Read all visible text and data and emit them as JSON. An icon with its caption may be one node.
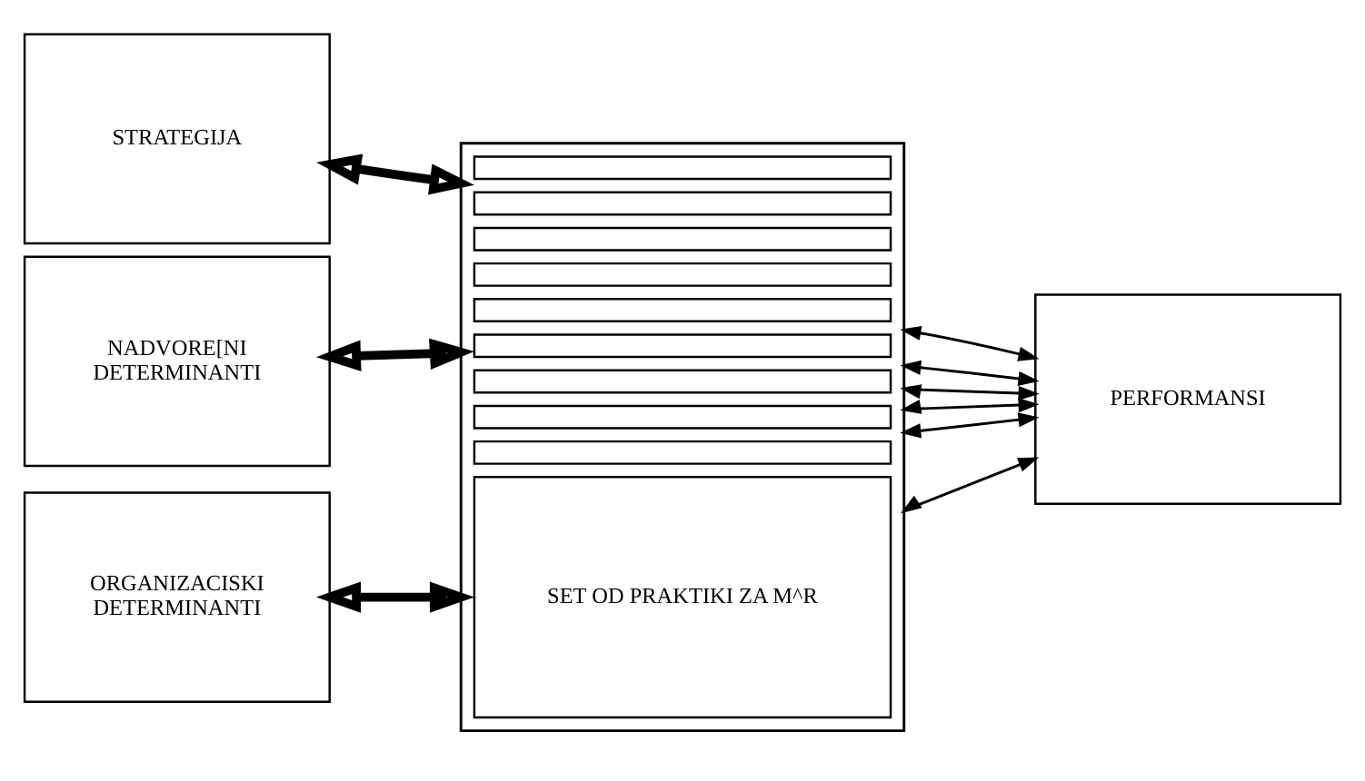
{
  "diagram": {
    "nodes": [
      {
        "text": [
          "STRATEGIJA"
        ]
      },
      {
        "text": [
          "NADVORE[NI DETERMINANTI"
        ]
      },
      {
        "text": [
          "ORGANIZACISKI DETERMINANTI"
        ]
      },
      {
        "text": [],
        "shape": "box"
      },
      {
        "text": [],
        "shape": "bar",
        "in": 3
      },
      {
        "text": [],
        "shape": "bar",
        "in": 3
      },
      {
        "text": [],
        "shape": "bar",
        "in": 3
      },
      {
        "text": [],
        "shape": "bar",
        "in": 3
      },
      {
        "text": [],
        "shape": "bar",
        "in": 3
      },
      {
        "text": [],
        "shape": "bar",
        "in": 3
      },
      {
        "text": [],
        "shape": "bar",
        "in": 3
      },
      {
        "text": [],
        "shape": "bar",
        "in": 3
      },
      {
        "text": [],
        "shape": "bar",
        "in": 3
      },
      {
        "text": [
          "SET OD PRAKTIKI ZA M^R"
        ],
        "in": 3
      },
      {
        "text": [
          "PERFORMANSI"
        ]
      }
    ],
    "edges": [
      {
        "from": 0,
        "to": 3,
        "arrow": "both",
        "style": "thick"
      },
      {
        "from": 1,
        "to": 3,
        "arrow": "both",
        "style": "thick"
      },
      {
        "from": 2,
        "to": 3,
        "arrow": "both",
        "style": "thick"
      },
      {
        "from": 3,
        "to": 14,
        "arrow": "both"
      },
      {
        "from": 3,
        "to": 14,
        "arrow": "both"
      },
      {
        "from": 3,
        "to": 14,
        "arrow": "both"
      },
      {
        "from": 3,
        "to": 14,
        "arrow": "both"
      },
      {
        "from": 3,
        "to": 14,
        "arrow": "both"
      },
      {
        "from": 3,
        "to": 14,
        "arrow": "both"
      }
    ]
  }
}
